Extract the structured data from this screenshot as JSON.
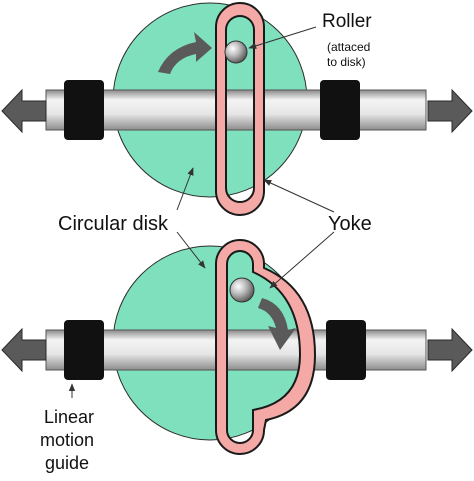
{
  "labels": {
    "roller": "Roller",
    "roller_note_line1": "(attaced",
    "roller_note_line2": "to disk)",
    "circular_disk": "Circular disk",
    "yoke": "Yoke",
    "guide_line1": "Linear",
    "guide_line2": "motion",
    "guide_line3": "guide"
  },
  "colors": {
    "disk": "#7fe0bd",
    "yoke_fill": "#f4a9a6",
    "yoke_stroke": "#1a1a1a",
    "guide_block": "#111111",
    "rail_light": "#f1f1f1",
    "rail_dark": "#9a9a9a",
    "arrow": "#5a5a5a",
    "roller": "#b8b8b8"
  }
}
